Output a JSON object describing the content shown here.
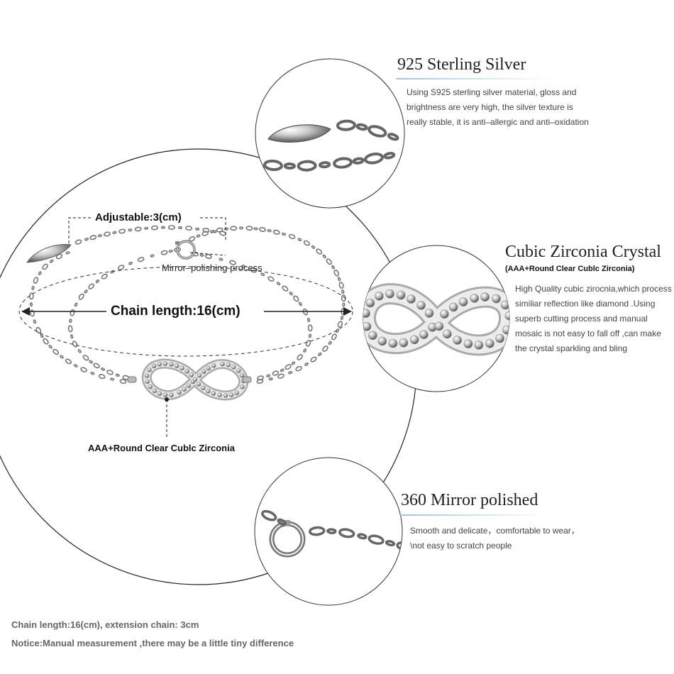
{
  "features": [
    {
      "title": "925 Sterling Silver",
      "lines": [
        "Using S925 sterling silver material, gloss and",
        "brightness are very high, the silver texture is",
        "really stable, it is anti–allergic and anti–oxidation"
      ]
    },
    {
      "title": "Cubic Zirconia Crystal",
      "subtitle": "(AAA+Round  Clear  Cublc  Zirconia)",
      "lines": [
        "High Quality cubic zirocnia,which process",
        "similiar reflection like diamond .Using",
        "superb cutting process and manual",
        "mosaic is not easy to fall off ,can make",
        "the crystal sparkling and bling"
      ]
    },
    {
      "title": "360 Mirror polished",
      "lines": [
        "Smooth and delicate，comfortable to wear，",
        "\\not easy to scratch people"
      ]
    }
  ],
  "main_labels": {
    "adjustable": "Adjustable:3(cm)",
    "mirror": "Mirror–polishing process",
    "chain_length": "Chain length:16(cm)",
    "zirconia": "AAA+Round  Clear  Cublc  Zirconia"
  },
  "footer": {
    "line1": "Chain length:16(cm), extension chain: 3cm",
    "line2": "Notice:Manual measurement ,there may be a little tiny  difference"
  }
}
